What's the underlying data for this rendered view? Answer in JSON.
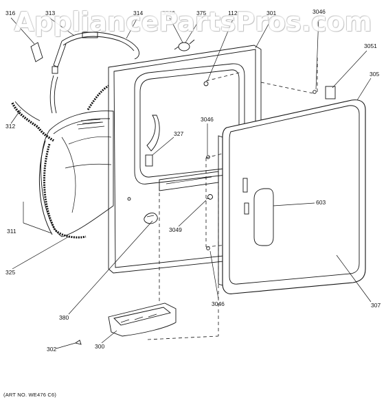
{
  "watermark": "AppliancePartsPros.com",
  "art_number": "(ART NO. WE476 C6)",
  "callouts": [
    {
      "id": "316",
      "text": "316"
    },
    {
      "id": "313",
      "text": "313"
    },
    {
      "id": "314",
      "text": "314"
    },
    {
      "id": "3046a",
      "text": "3046"
    },
    {
      "id": "375",
      "text": "375"
    },
    {
      "id": "112",
      "text": "112"
    },
    {
      "id": "301",
      "text": "301"
    },
    {
      "id": "3046b",
      "text": "3046"
    },
    {
      "id": "3051",
      "text": "3051"
    },
    {
      "id": "305",
      "text": "305"
    },
    {
      "id": "312",
      "text": "312"
    },
    {
      "id": "3046c",
      "text": "3046"
    },
    {
      "id": "327",
      "text": "327"
    },
    {
      "id": "603",
      "text": "603"
    },
    {
      "id": "311",
      "text": "311"
    },
    {
      "id": "3049",
      "text": "3049"
    },
    {
      "id": "325",
      "text": "325"
    },
    {
      "id": "3046d",
      "text": "3046"
    },
    {
      "id": "307",
      "text": "307"
    },
    {
      "id": "380",
      "text": "380"
    },
    {
      "id": "300",
      "text": "300"
    },
    {
      "id": "302",
      "text": "302"
    }
  ]
}
